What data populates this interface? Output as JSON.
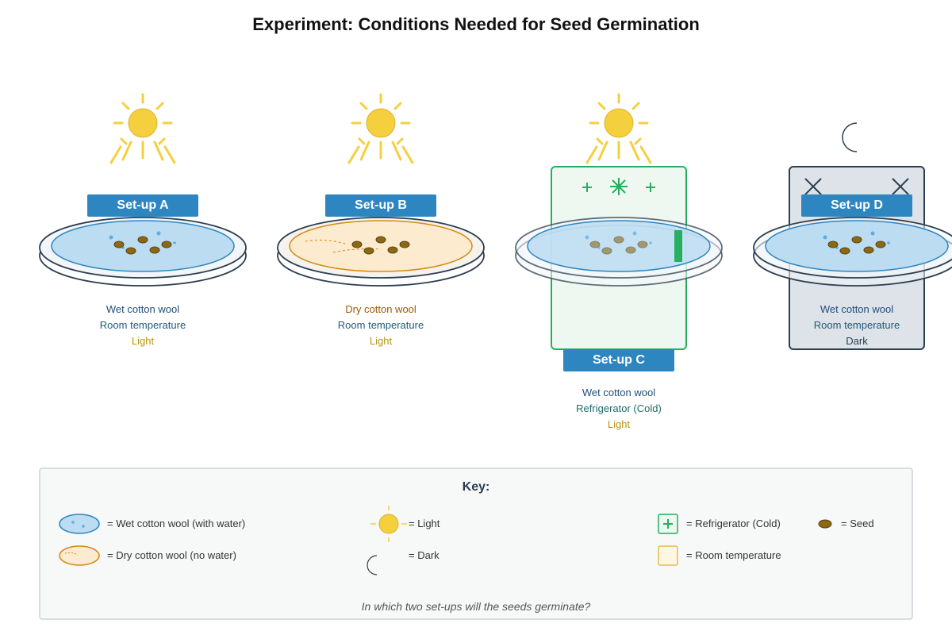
{
  "title": "Experiment: Conditions Needed for Seed Germination",
  "setups": [
    {
      "label": "Set-up A",
      "wool": "Wet cotton wool",
      "temperature": "Room temperature",
      "light": "Light"
    },
    {
      "label": "Set-up B",
      "wool": "Dry cotton wool",
      "temperature": "Room temperature",
      "light": "Light"
    },
    {
      "label": "Set-up C",
      "wool": "Wet cotton wool",
      "temperature": "Refrigerator (Cold)",
      "light": "Light"
    },
    {
      "label": "Set-up D",
      "wool": "Wet cotton wool",
      "temperature": "Room temperature",
      "light": "Dark"
    }
  ],
  "key": {
    "title": "Key:",
    "wet": "= Wet cotton wool (with water)",
    "dry": "= Dry cotton wool (no water)",
    "light": "= Light",
    "dark": "= Dark",
    "fridge": "= Refrigerator (Cold)",
    "room": "= Room temperature",
    "seed": "= Seed"
  },
  "question": "In which two set-ups will the seeds germinate?",
  "colors": {
    "badge": "#2e86c1",
    "sun": "#f4d03f",
    "fridge": "#27ae60",
    "dark_box": "#2c3e50",
    "wet_fill": "#bcdcf2",
    "dry_fill": "#fdebd0",
    "seed": "#8b6914"
  },
  "icons": [
    "sun-icon",
    "moon-icon",
    "seed-icon",
    "fridge-icon",
    "room-temp-icon"
  ]
}
